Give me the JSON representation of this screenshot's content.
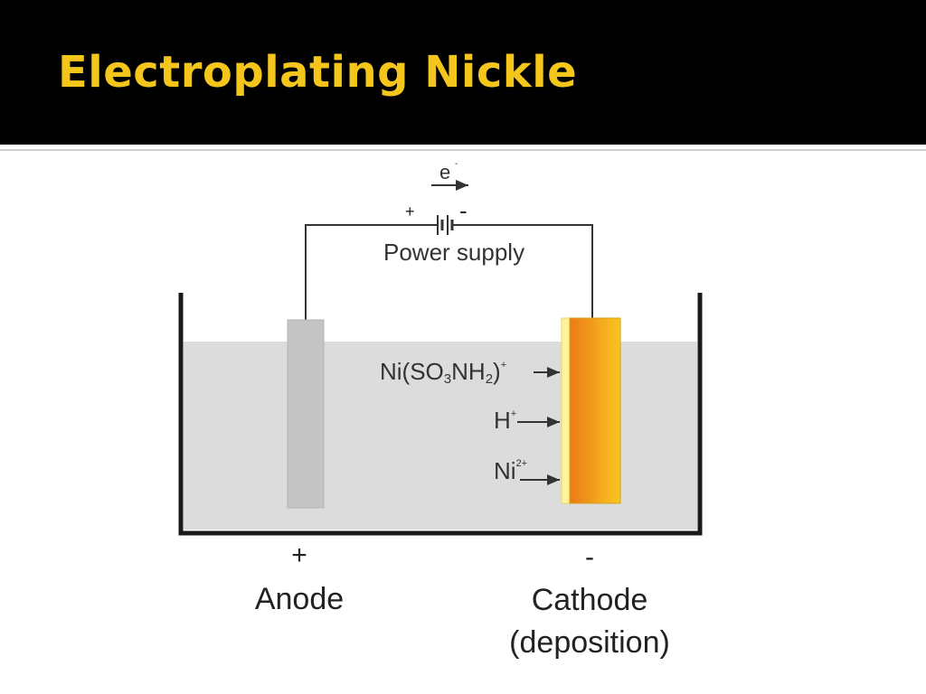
{
  "slide": {
    "title": "Electroplating Nickle"
  },
  "colors": {
    "title_bar": "#000000",
    "title_text": "#f4c51a",
    "solution": "#dcdcdc",
    "tank_wall": "#1a1a1a",
    "anode": "#c4c4c4",
    "cathode_light": "#f9c61e",
    "cathode_dark": "#ec7a18",
    "deposit_layer": "#fff29a",
    "wire": "#333333"
  },
  "diagram": {
    "electron_label": "e",
    "electron_superscript": "-",
    "supply_plus": "+",
    "supply_minus": "-",
    "power_supply_label": "Power supply",
    "species": [
      {
        "base": "Ni(SO",
        "sub1": "3",
        "mid": "NH",
        "sub2": "2",
        "end": ")",
        "sup": "+"
      },
      {
        "base": "H",
        "sup": "+"
      },
      {
        "base": "Ni",
        "sup": "2+"
      }
    ],
    "anode_sign": "+",
    "anode_label": "Anode",
    "cathode_sign": "-",
    "cathode_label": "Cathode",
    "cathode_sublabel": "(deposition)"
  }
}
